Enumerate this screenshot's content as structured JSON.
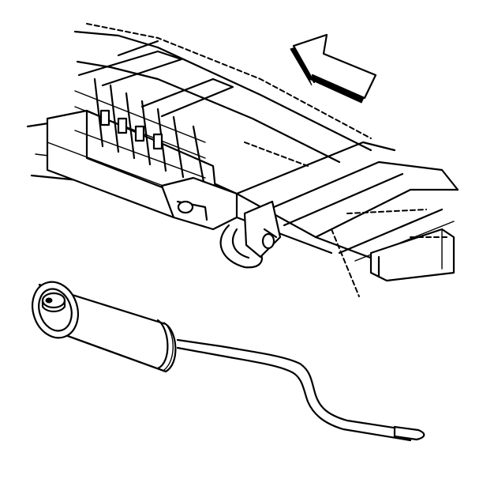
{
  "colors": {
    "background": "#ffffff",
    "line": "#000000"
  },
  "illustration": {
    "subject": "exhaust-muffler-removal",
    "parts": [
      "vehicle-frame",
      "crossmember",
      "exhaust-hanger",
      "muffler",
      "tailpipe",
      "direction-arrow"
    ]
  }
}
